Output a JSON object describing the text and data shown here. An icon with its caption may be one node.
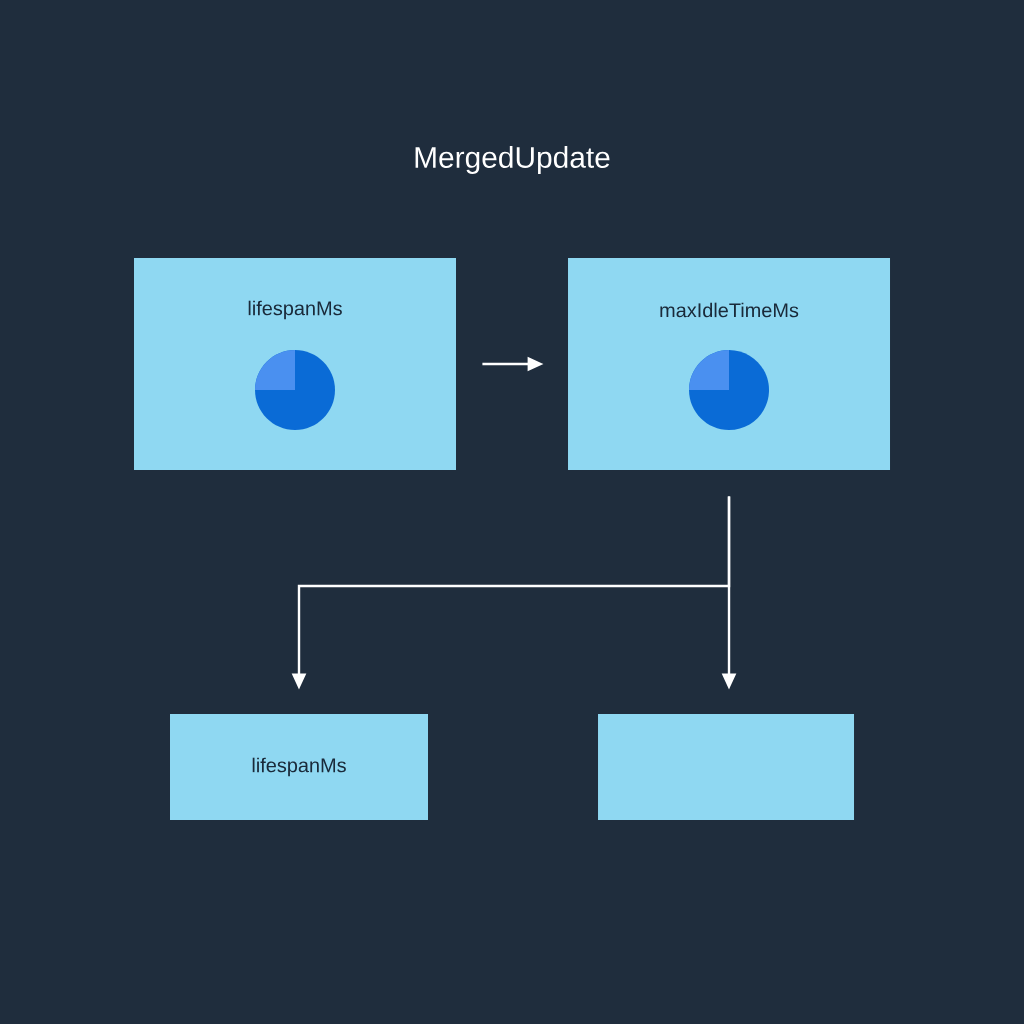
{
  "diagram": {
    "title": "MergedUpdate",
    "nodes": [
      {
        "text": [
          "lifespanMs"
        ]
      },
      {
        "text": [
          "maxIdleTimeMs"
        ]
      },
      {
        "text": [
          "lifespanMs"
        ]
      },
      {
        "text": [],
        "shape": "box"
      }
    ],
    "edges": [
      {
        "from": 0,
        "to": 1,
        "arrow": "to"
      },
      {
        "from": 1,
        "to": 2,
        "arrow": "to"
      },
      {
        "from": 1,
        "to": 3,
        "arrow": "to"
      }
    ]
  }
}
